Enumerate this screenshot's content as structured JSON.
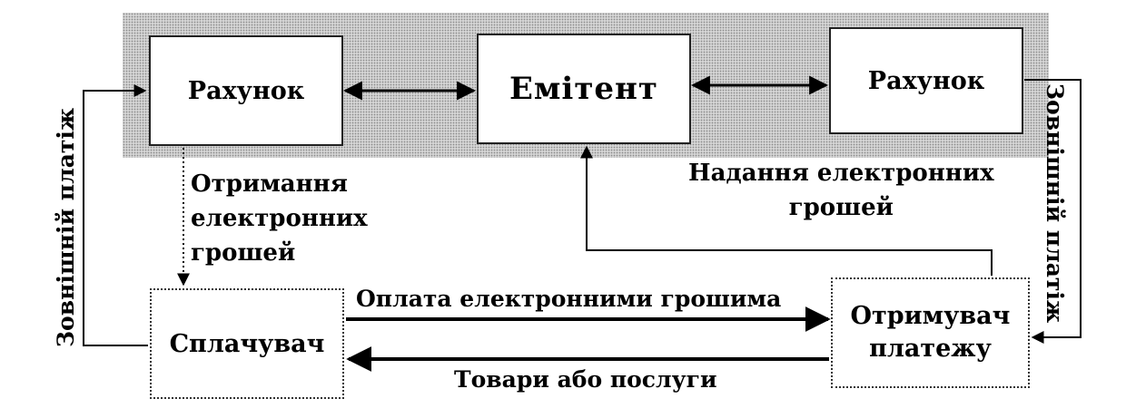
{
  "boxes": {
    "account_left": "Рахунок",
    "emitter": "Емітент",
    "account_right": "Рахунок",
    "payer": "Сплачувач",
    "receiver_line1": "Отримувач",
    "receiver_line2": "платежу"
  },
  "labels": {
    "receive_line1": "Отримання",
    "receive_line2": "електронних",
    "receive_line3": "грошей",
    "provide_line1": "Надання електронних",
    "provide_line2": "грошей",
    "pay": "Оплата електронними грошима",
    "goods": "Товари або послуги",
    "external_left": "Зовнішній платіж",
    "external_right": "Зовнішній платіж"
  }
}
